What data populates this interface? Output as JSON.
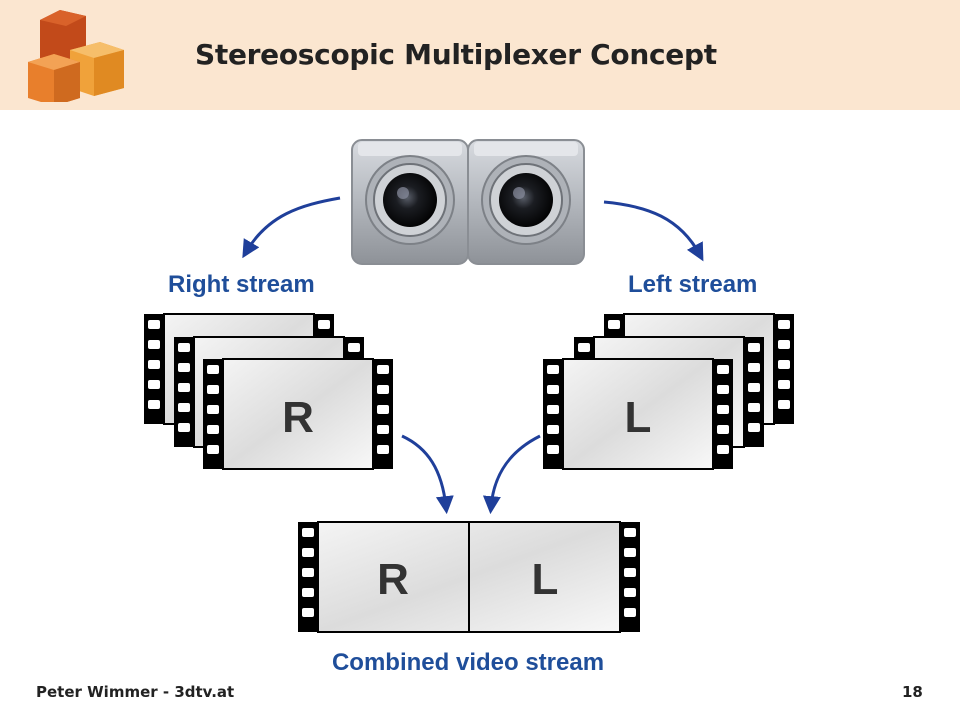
{
  "title": "Stereoscopic Multiplexer Concept",
  "labels": {
    "right_stream": "Right stream",
    "left_stream": "Left stream",
    "combined": "Combined video stream",
    "frame_r": "R",
    "frame_l": "L"
  },
  "footer": {
    "author": "Peter Wimmer - 3dtv.at",
    "page": "18"
  },
  "colors": {
    "header_bg": "#fbe6d0",
    "label_blue": "#1f4e9a",
    "arrow_blue": "#1f3f9a"
  }
}
